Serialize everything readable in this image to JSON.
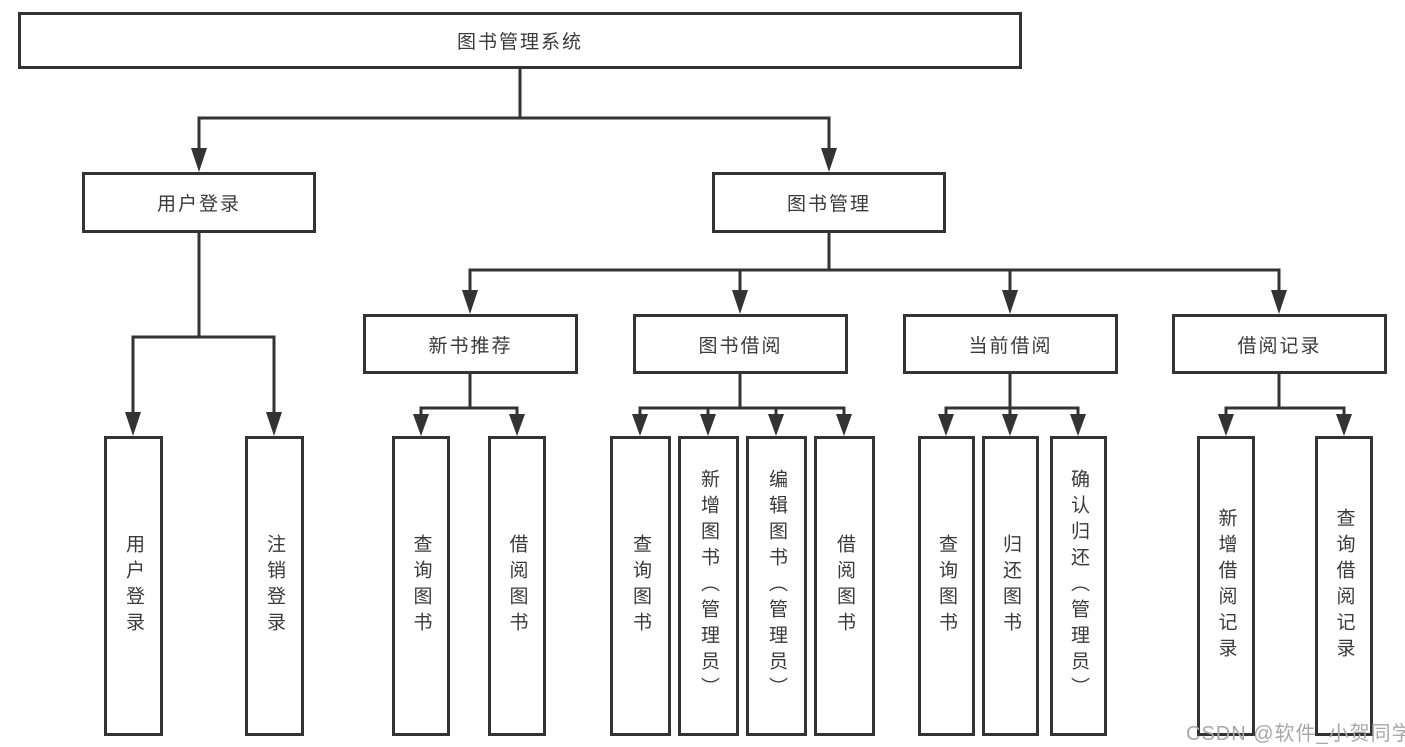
{
  "tree": {
    "root": {
      "label": "图书管理系统"
    },
    "children": [
      {
        "label": "用户登录",
        "children": [
          {
            "label": "用户登录"
          },
          {
            "label": "注销登录"
          }
        ]
      },
      {
        "label": "图书管理",
        "children": [
          {
            "label": "新书推荐",
            "children": [
              {
                "label": "查询图书"
              },
              {
                "label": "借阅图书"
              }
            ]
          },
          {
            "label": "图书借阅",
            "children": [
              {
                "label": "查询图书"
              },
              {
                "label": "新增图书（管理员）"
              },
              {
                "label": "编辑图书（管理员）"
              },
              {
                "label": "借阅图书"
              }
            ]
          },
          {
            "label": "当前借阅",
            "children": [
              {
                "label": "查询图书"
              },
              {
                "label": "归还图书"
              },
              {
                "label": "确认归还（管理员）"
              }
            ]
          },
          {
            "label": "借阅记录",
            "children": [
              {
                "label": "新增借阅记录"
              },
              {
                "label": "查询借阅记录"
              }
            ]
          }
        ]
      }
    ]
  },
  "watermark": "CSDN @软件_小贺同学",
  "colors": {
    "line": "#333333",
    "text": "#3a3a3a",
    "watermark": "#a8a8a8",
    "background": "#ffffff"
  }
}
